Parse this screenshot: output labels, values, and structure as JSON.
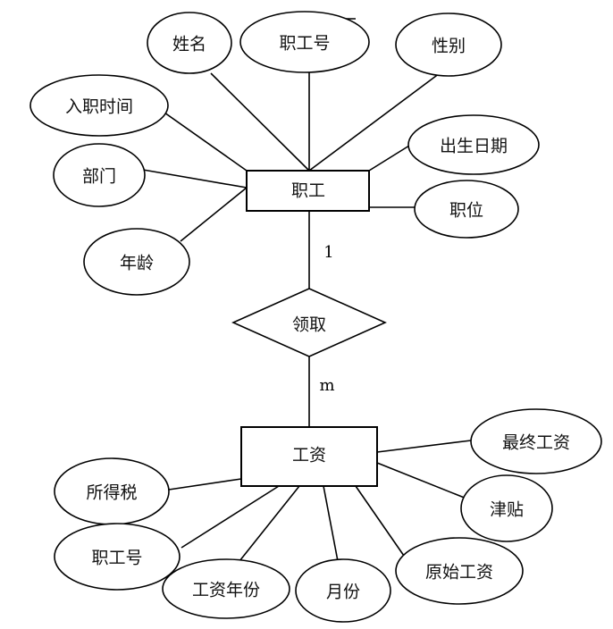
{
  "colors": {
    "background": "#ffffff",
    "stroke": "#000000",
    "text": "#111111"
  },
  "diagram": {
    "employee": {
      "entity": "职工",
      "attributes": {
        "name": "姓名",
        "employee_id": "职工号",
        "gender": "性别",
        "hire_date": "入职时间",
        "birth_date": "出生日期",
        "department": "部门",
        "position": "职位",
        "age": "年龄"
      }
    },
    "relationship": {
      "label": "领取",
      "card_top": "1",
      "card_bottom": "m"
    },
    "salary": {
      "entity": "工资",
      "attributes": {
        "final_salary": "最终工资",
        "income_tax": "所得税",
        "allowance": "津贴",
        "employee_id": "职工号",
        "original_salary": "原始工资",
        "salary_year": "工资年份",
        "month": "月份"
      }
    }
  }
}
